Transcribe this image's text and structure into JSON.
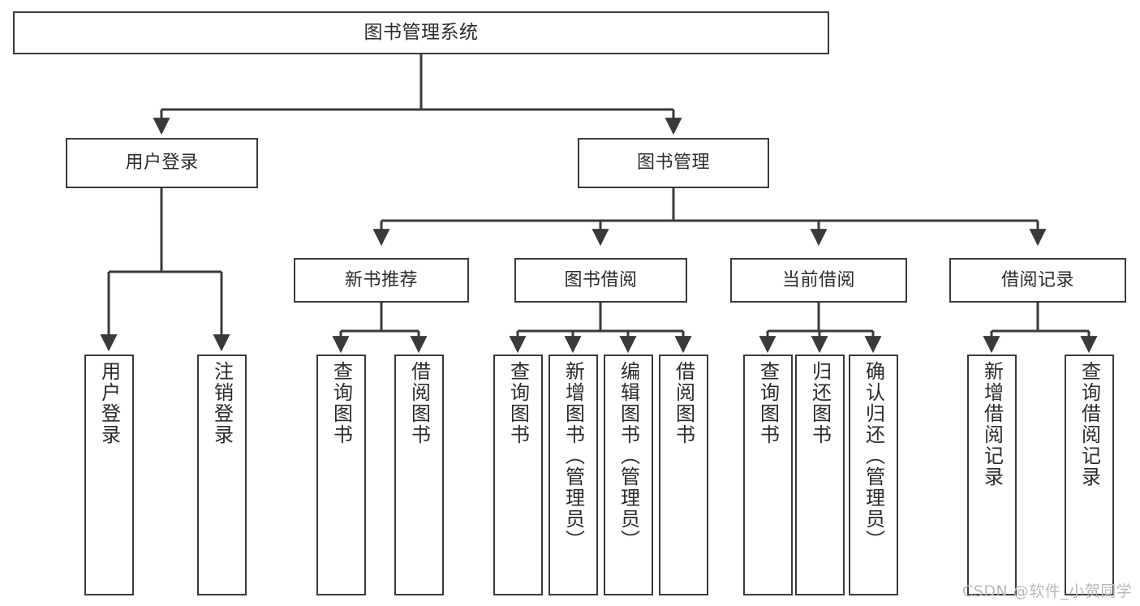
{
  "diagram": {
    "type": "tree-hierarchy",
    "title": "图书管理系统",
    "orientation": "top-down",
    "colors": {
      "background": "#ffffff",
      "box_border": "#3a3a3a",
      "connector": "#3a3a3a",
      "text": "#2b2b2b",
      "watermark": "#b9b9b9"
    },
    "levels": 4,
    "root": {
      "label": "图书管理系统"
    },
    "level2": [
      {
        "label": "用户登录"
      },
      {
        "label": "图书管理"
      }
    ],
    "level3": [
      {
        "label": "新书推荐"
      },
      {
        "label": "图书借阅"
      },
      {
        "label": "当前借阅"
      },
      {
        "label": "借阅记录"
      }
    ],
    "leaves": {
      "user_login": [
        {
          "label": "用户登录"
        },
        {
          "label": "注销登录"
        }
      ],
      "new_book_recommend": [
        {
          "label": "查询图书"
        },
        {
          "label": "借阅图书"
        }
      ],
      "book_borrow": [
        {
          "label": "查询图书"
        },
        {
          "label": "新增图书（管理员）"
        },
        {
          "label": "编辑图书（管理员）"
        },
        {
          "label": "借阅图书"
        }
      ],
      "current_borrow": [
        {
          "label": "查询图书"
        },
        {
          "label": "归还图书"
        },
        {
          "label": "确认归还（管理员）"
        }
      ],
      "borrow_record": [
        {
          "label": "新增借阅记录"
        },
        {
          "label": "查询借阅记录"
        }
      ]
    }
  },
  "watermark": {
    "text": "CSDN @软件_小贺同学"
  }
}
